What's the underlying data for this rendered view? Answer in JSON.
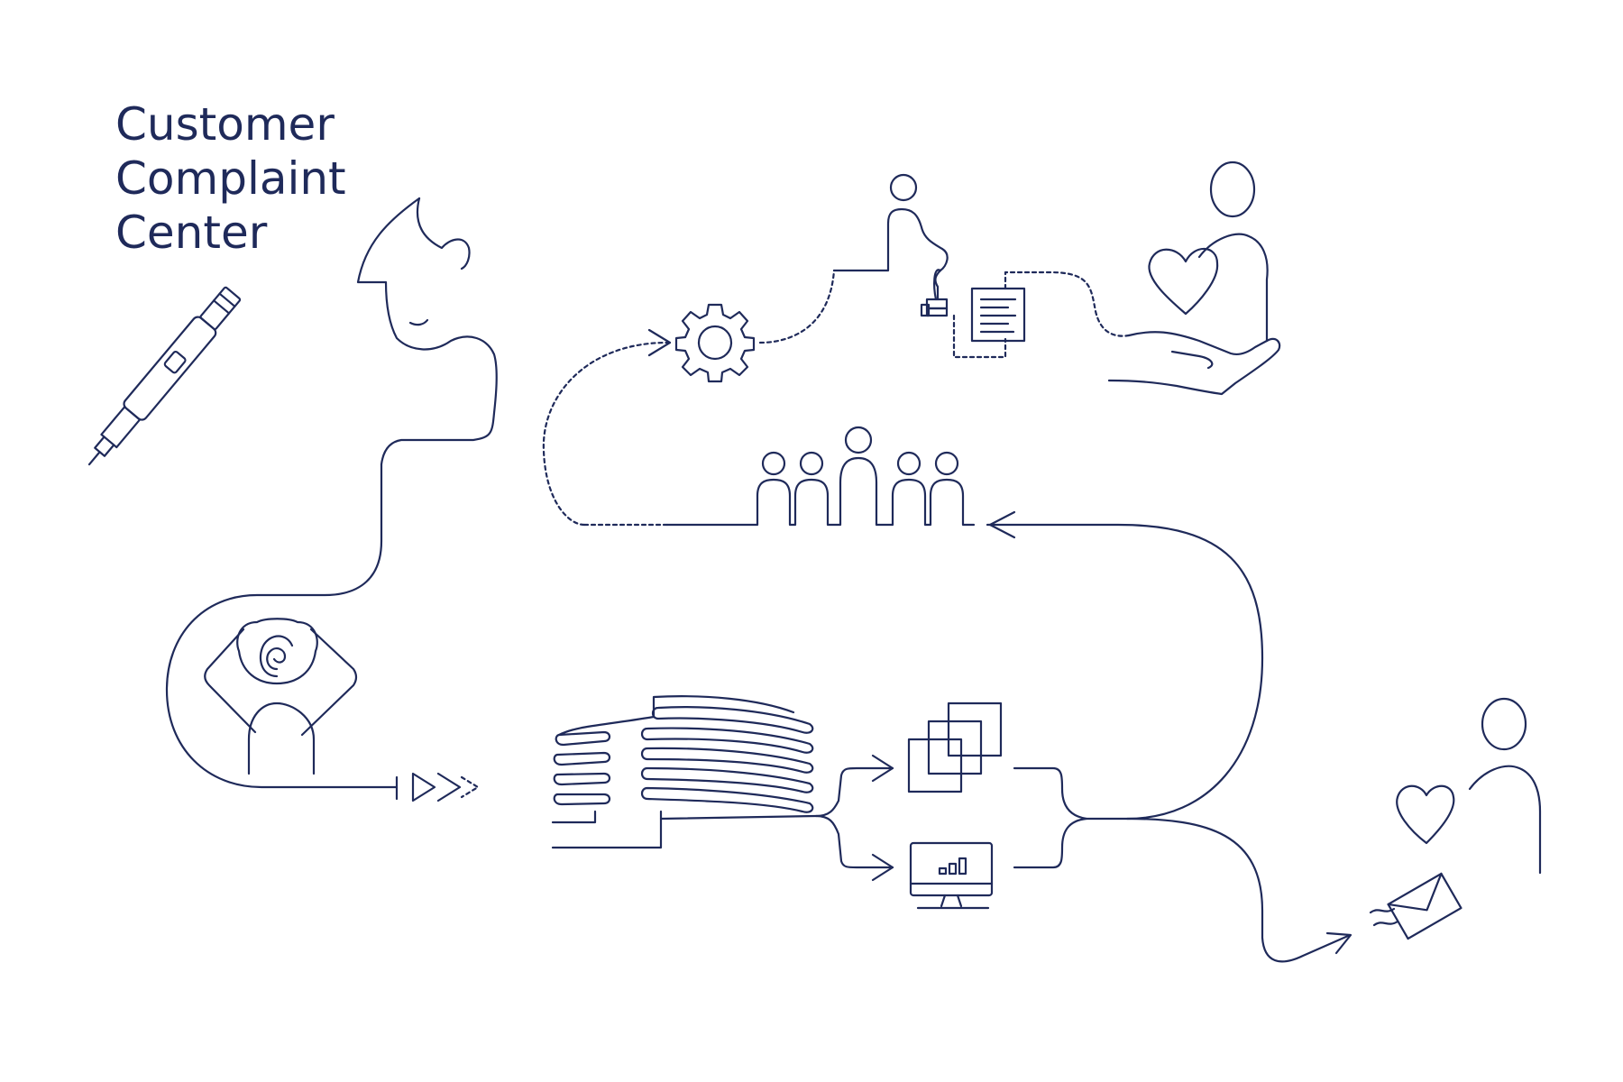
{
  "title": {
    "line1": "Customer",
    "line2": "Complaint",
    "line3": "Center"
  },
  "colors": {
    "ink": "#1f2a5a",
    "background": "#ffffff"
  },
  "icons": [
    "injection-pen-icon",
    "patient-head-icon",
    "worried-person-icon",
    "fast-forward-arrows-icon",
    "office-building-icon",
    "documents-icon",
    "monitor-chart-icon",
    "team-icon",
    "gear-icon",
    "stamp-icon",
    "document-icon",
    "caring-hand-heart-icon",
    "person-heart-icon",
    "envelope-icon"
  ]
}
